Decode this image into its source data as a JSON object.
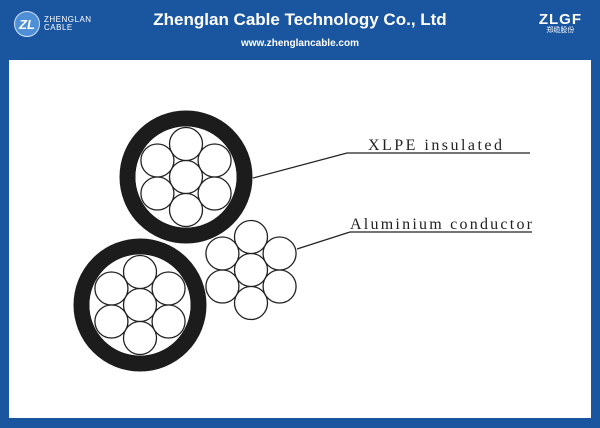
{
  "header": {
    "logo_text_line1": "ZHENGLAN",
    "logo_text_line2": "CABLE",
    "logo_mark": "ZL",
    "company_name": "Zhenglan Cable Technology Co., Ltd",
    "website": "www.zhenglancable.com",
    "brand_mark": "ZLGF",
    "brand_sub": "郑缆股份"
  },
  "diagram": {
    "labels": {
      "insulation": "XLPE insulated",
      "conductor": "Aluminium conductor"
    }
  },
  "colors": {
    "brand_blue": "#1a56a0",
    "insulation": "#1c1c1c"
  }
}
